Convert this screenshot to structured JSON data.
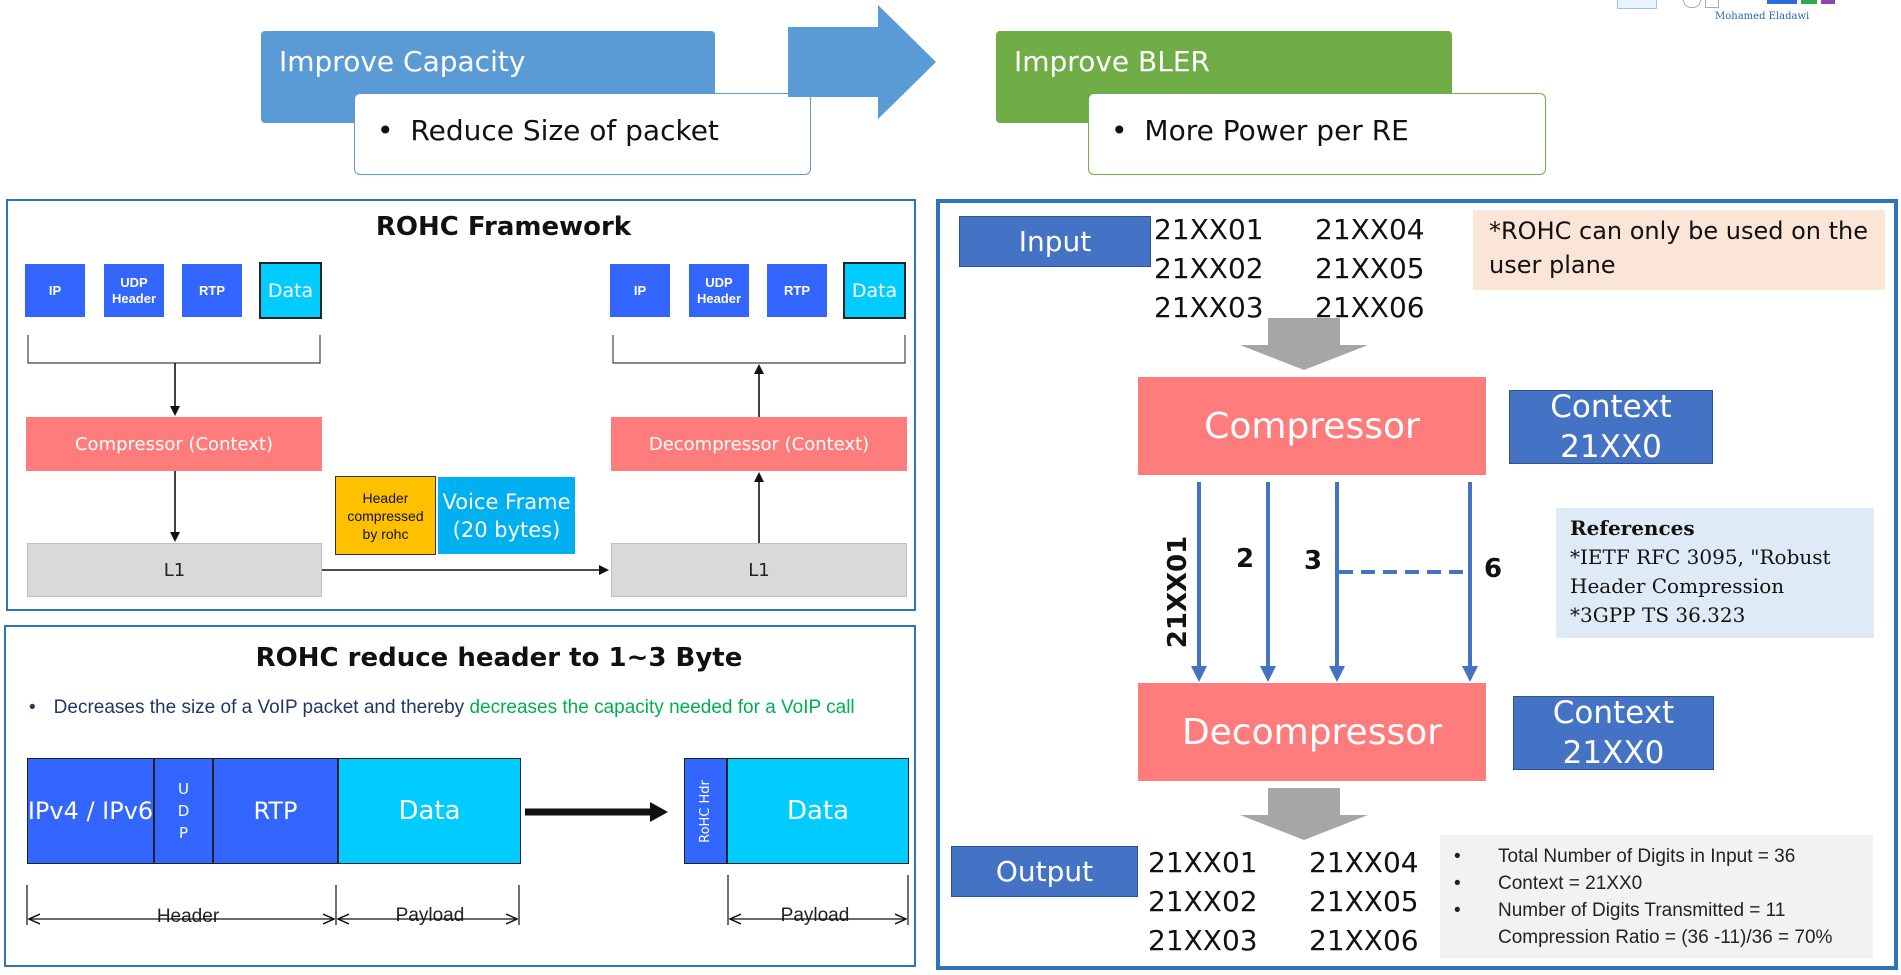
{
  "top": {
    "capacity_title": "Improve Capacity",
    "capacity_bullet": "Reduce Size of packet",
    "bler_title": "Improve BLER",
    "bler_bullet": "More Power per RE",
    "author": "Mohamed Eladawi",
    "bullet_glyph": "•"
  },
  "framework": {
    "title": "ROHC Framework",
    "ip": "IP",
    "udp": "UDP Header",
    "rtp": "RTP",
    "data": "Data",
    "compressor": "Compressor (Context)",
    "decompressor": "Decompressor (Context)",
    "l1_left": "L1",
    "l1_right": "L1",
    "header_compressed": "Header compressed by rohc",
    "voice_frame": "Voice Frame (20 bytes)"
  },
  "reduce": {
    "title": "ROHC reduce header to 1~3 Byte",
    "bullet_glyph": "•",
    "bullet_normal": "Decreases the size of a VoIP packet and thereby ",
    "bullet_highlight": "decreases the capacity needed for a VoIP call",
    "ipv": "IPv4 / IPv6",
    "udp_vertical": "U D P",
    "rtp": "RTP",
    "data_left": "Data",
    "rohc_hdr": "RoHC Hdr",
    "data_right": "Data",
    "header_label": "Header",
    "payload_left": "Payload",
    "payload_right": "Payload"
  },
  "example": {
    "input_label": "Input",
    "output_label": "Output",
    "input_col1": [
      "21XX01",
      "21XX02",
      "21XX03"
    ],
    "input_col2": [
      "21XX04",
      "21XX05",
      "21XX06"
    ],
    "output_col1": [
      "21XX01",
      "21XX02",
      "21XX03"
    ],
    "output_col2": [
      "21XX04",
      "21XX05",
      "21XX06"
    ],
    "note": "*ROHC can only be used on the user plane",
    "compressor": "Compressor",
    "decompressor": "Decompressor",
    "context_top": "Context 21XX0",
    "context_bottom": "Context 21XX0",
    "line_label_1": "21XX01",
    "line_label_2": "2",
    "line_label_3": "3",
    "line_label_6": "6",
    "references_title": "References",
    "references_lines": [
      "*IETF RFC 3095, \"Robust",
      "Header Compression",
      "*3GPP TS 36.323"
    ],
    "summary_bullet_glyph": "•",
    "summary": [
      "Total Number of Digits in Input = 36",
      "Context = 21XX0",
      "Number of Digits Transmitted = 11"
    ],
    "summary_extra": "Compression Ratio = (36 -11)/36 = 70%"
  },
  "colors": {
    "blue_box": "#5b9bd5",
    "green_box": "#70ad47",
    "deep_blue": "#3366ff",
    "cyan": "#00ccff",
    "salmon": "#ff7c7c",
    "mid_blue": "#4472c4",
    "yellow": "#ffc000",
    "note_bg": "#fbe5d6",
    "ref_bg": "#deebf7",
    "summary_bg": "#f2f2f2",
    "highlight_green": "#00b050"
  }
}
